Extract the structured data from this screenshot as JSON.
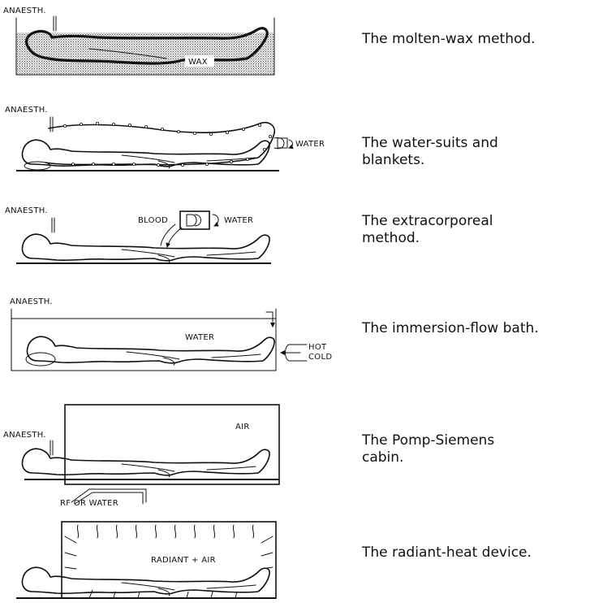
{
  "panels": [
    {
      "id": "molten-wax",
      "caption": "The molten-wax method.",
      "labels": {
        "anaesth": "ANAESTH.",
        "medium": "WAX"
      }
    },
    {
      "id": "water-suits",
      "caption": "The water-suits and\nblankets.",
      "labels": {
        "anaesth": "ANAESTH.",
        "medium": "WATER"
      }
    },
    {
      "id": "extracorporeal",
      "caption": "The extracorporeal\nmethod.",
      "labels": {
        "anaesth": "ANAESTH.",
        "blood": "BLOOD",
        "medium": "WATER"
      }
    },
    {
      "id": "immersion-flow",
      "caption": "The immersion-flow bath.",
      "labels": {
        "anaesth": "ANAESTH.",
        "medium": "WATER",
        "hot": "HOT",
        "cold": "COLD"
      }
    },
    {
      "id": "pomp-siemens",
      "caption": "The Pomp-Siemens\ncabin.",
      "labels": {
        "anaesth": "ANAESTH.",
        "medium": "AIR",
        "source": "RF OR WATER"
      }
    },
    {
      "id": "radiant-heat",
      "caption": "The radiant-heat device.",
      "labels": {
        "medium": "RADIANT + AIR"
      }
    }
  ]
}
